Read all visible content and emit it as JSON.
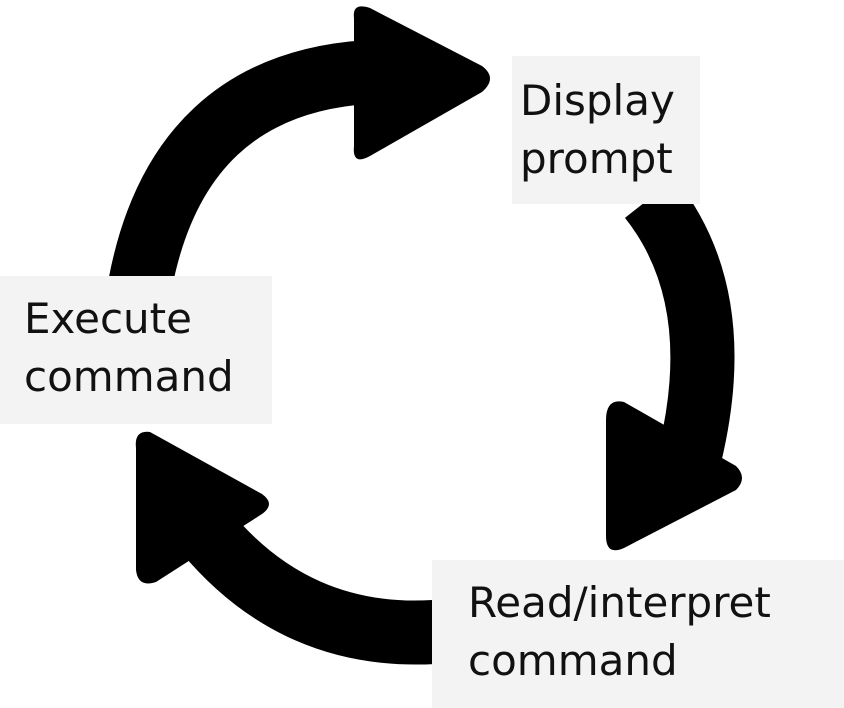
{
  "diagram": {
    "arrow_color": "#000000",
    "label_background": "#f3f3f3",
    "steps": [
      {
        "id": "display",
        "lines": [
          "Display",
          "prompt"
        ]
      },
      {
        "id": "read",
        "lines": [
          "Read/interpret",
          "command"
        ]
      },
      {
        "id": "execute",
        "lines": [
          "Execute",
          "command"
        ]
      }
    ]
  }
}
